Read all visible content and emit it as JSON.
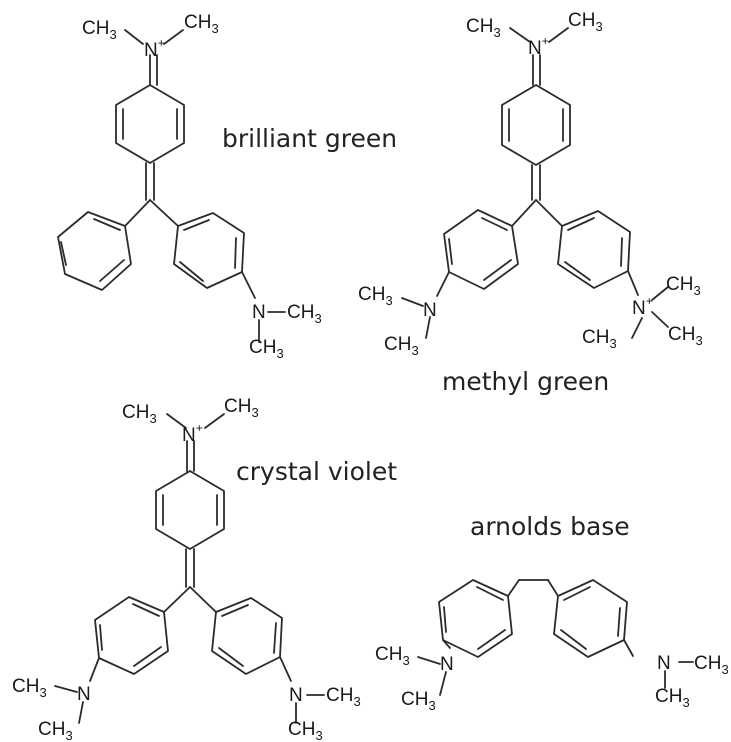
{
  "labels": {
    "brilliant_green": "brilliant green",
    "methyl_green": "methyl green",
    "crystal_violet": "crystal violet",
    "arnolds_base": "arnolds base"
  },
  "atoms": {
    "ch": "CH",
    "three": "3",
    "n": "N",
    "plus": "+"
  }
}
